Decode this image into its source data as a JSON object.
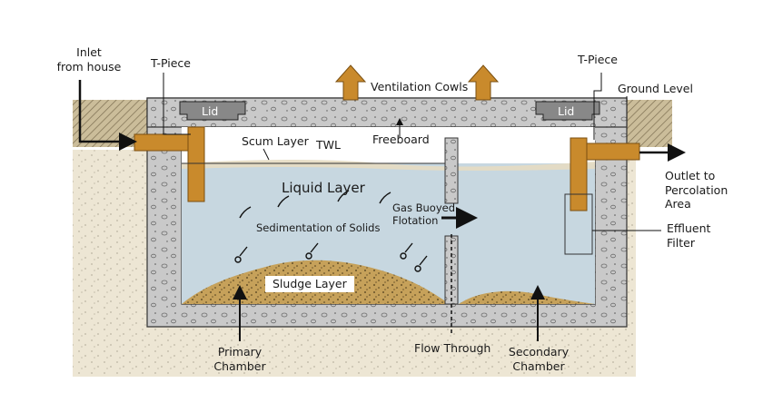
{
  "labels": {
    "inlet": [
      "Inlet",
      "from house"
    ],
    "tpiece_left": "T-Piece",
    "tpiece_right": "T-Piece",
    "ventilation": "Ventilation Cowls",
    "ground": "Ground Level",
    "lid_left": "Lid",
    "lid_right": "Lid",
    "scum": "Scum Layer",
    "twl": "TWL",
    "freeboard": "Freeboard",
    "liquid": "Liquid Layer",
    "gas": [
      "Gas Buoyed",
      "Flotation"
    ],
    "sedimentation": "Sedimentation of Solids",
    "sludge": "Sludge Layer",
    "outlet": [
      "Outlet to",
      "Percolation",
      "Area"
    ],
    "effluent": [
      "Effluent",
      "Filter"
    ],
    "primary": [
      "Primary",
      "Chamber"
    ],
    "flow": "Flow Through",
    "secondary": [
      "Secondary",
      "Chamber"
    ]
  },
  "colors": {
    "concrete": "#c9c9c9",
    "soil": "#ede6d4",
    "water": "#c7d7e0",
    "pipe": "#c98a2c",
    "sludge": "#c6a15a",
    "hatch": "#a89a7a"
  }
}
